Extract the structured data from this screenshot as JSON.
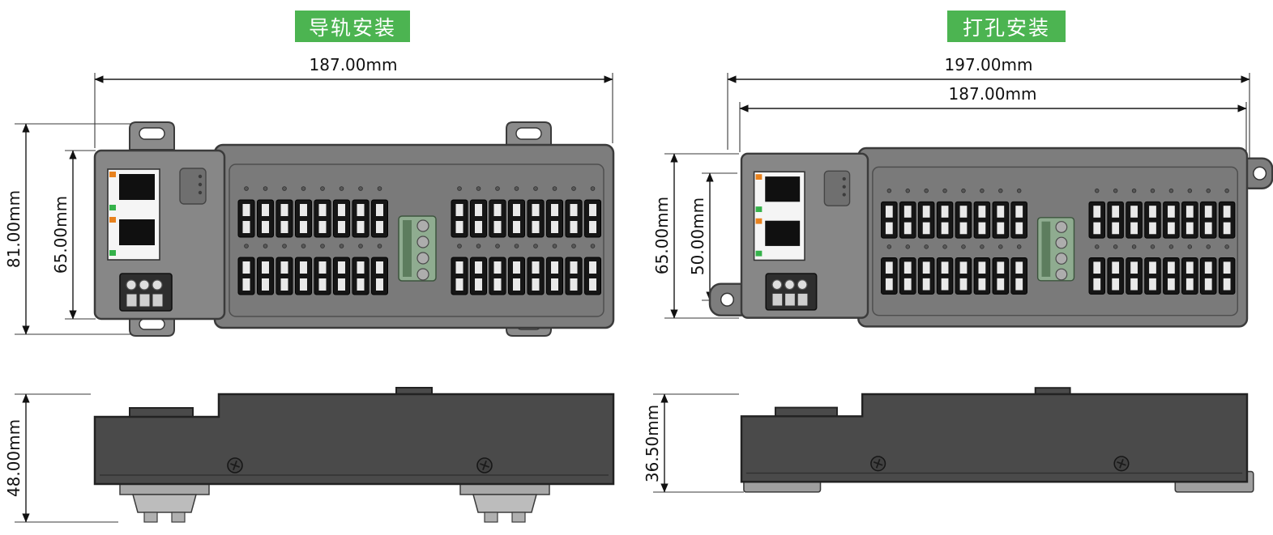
{
  "panels": {
    "din_rail": {
      "badge": "导轨安装",
      "front": {
        "width": "187.00mm",
        "outer_height": "81.00mm",
        "body_height": "65.00mm"
      },
      "side": {
        "height": "48.00mm"
      }
    },
    "screw": {
      "badge": "打孔安装",
      "front": {
        "outer_width": "197.00mm",
        "body_width": "187.00mm",
        "body_height": "65.00mm",
        "hole_spacing": "50.00mm"
      },
      "side": {
        "height": "36.50mm"
      }
    }
  },
  "colors": {
    "badge_green": "#4cb451",
    "device_body_gray": "#7d7d7d",
    "device_module_gray": "#878787",
    "side_view_dark": "#4a4a4a",
    "led_orange": "#e8821e",
    "led_green": "#35b24a",
    "connector_green": "#8fac90",
    "dimension_text": "#111111"
  }
}
